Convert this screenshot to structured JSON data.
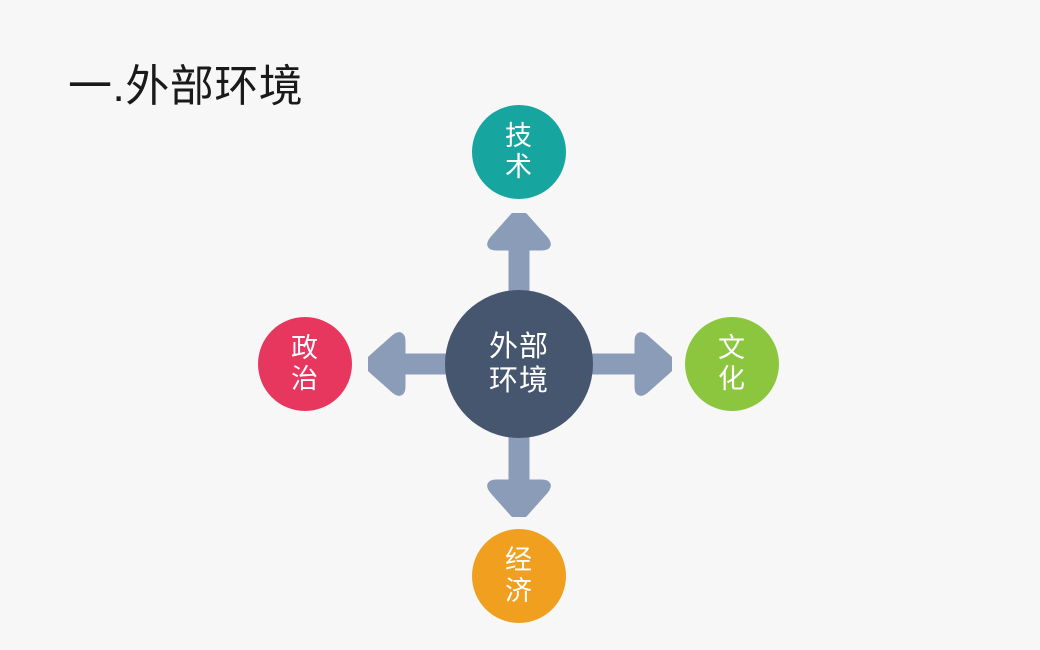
{
  "slide": {
    "title": "一.外部环境",
    "background_color": "#f7f7f7"
  },
  "diagram": {
    "type": "hub-and-spoke",
    "arrow_color": "#8a9cb8",
    "center": {
      "label": "外部环境",
      "color": "#46566f",
      "position": "center"
    },
    "nodes": [
      {
        "label": "技术",
        "color": "#17a59f",
        "position": "top",
        "arrow": "arrow-up-icon"
      },
      {
        "label": "文化",
        "color": "#8cc63e",
        "position": "right",
        "arrow": "arrow-right-icon"
      },
      {
        "label": "经济",
        "color": "#f0a01e",
        "position": "bottom",
        "arrow": "arrow-down-icon"
      },
      {
        "label": "政治",
        "color": "#e8375f",
        "position": "left",
        "arrow": "arrow-left-icon"
      }
    ]
  }
}
